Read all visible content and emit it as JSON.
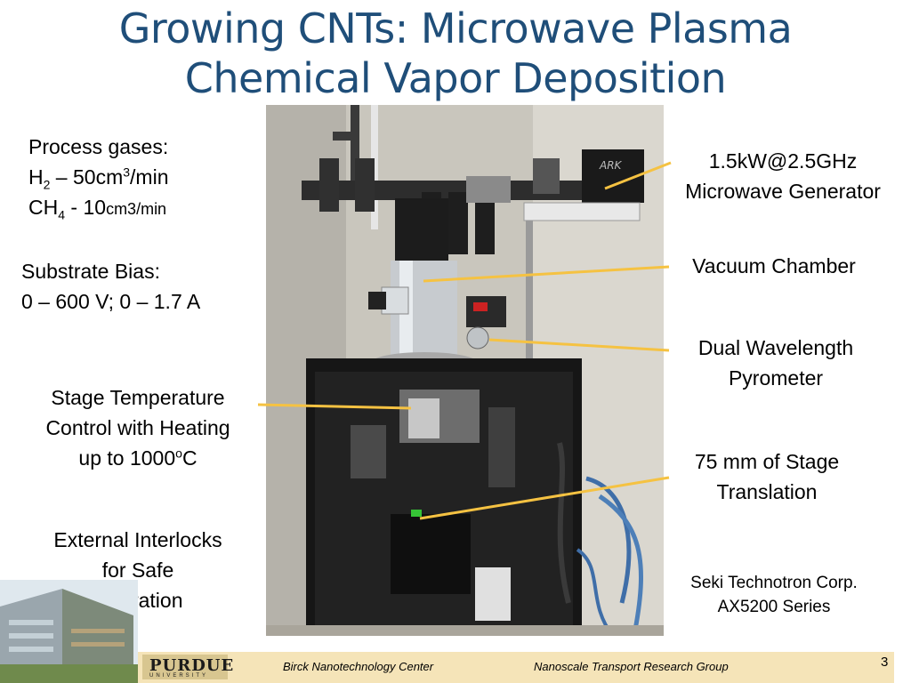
{
  "title": {
    "line1": "Growing CNTs: Microwave Plasma",
    "line2": "Chemical Vapor Deposition"
  },
  "process": {
    "heading": "Process gases:",
    "h2_symbol": "H",
    "h2_sub": "2",
    "h2_value": " – 50cm",
    "h2_sup": "3",
    "h2_unit": "/min",
    "ch4_symbol": "CH",
    "ch4_sub": "4",
    "ch4_value": " - 10",
    "ch4_unit": "cm3/min"
  },
  "bias": {
    "heading": "Substrate Bias:",
    "value": "0 – 600 V; 0 – 1.7 A"
  },
  "stage_temp": {
    "line1": "Stage Temperature",
    "line2": "Control with Heating",
    "line3": "up to 1000",
    "sup": "o",
    "unit": "C"
  },
  "interlocks": {
    "line1": "External Interlocks",
    "line2": "for Safe",
    "line3": "Operation"
  },
  "generator": {
    "line1": "1.5kW@2.5GHz",
    "line2": "Microwave Generator"
  },
  "vacuum": {
    "label": "Vacuum Chamber"
  },
  "pyrometer": {
    "line1": "Dual Wavelength",
    "line2": "Pyrometer"
  },
  "translation": {
    "line1": "75 mm of Stage",
    "line2": "Translation"
  },
  "maker": {
    "line1": "Seki Technotron Corp.",
    "line2": "AX5200 Series"
  },
  "photo": {
    "panel_brand": "ARK"
  },
  "footer": {
    "logo": "PURDUE",
    "logo_sub": "UNIVERSITY",
    "center": "Birck Nanotechnology Center",
    "group": "Nanoscale Transport Research Group",
    "page": "3"
  },
  "colors": {
    "title": "#1f4e79",
    "leader": "#f5c242",
    "footer_bg": "#f5e4b8"
  }
}
